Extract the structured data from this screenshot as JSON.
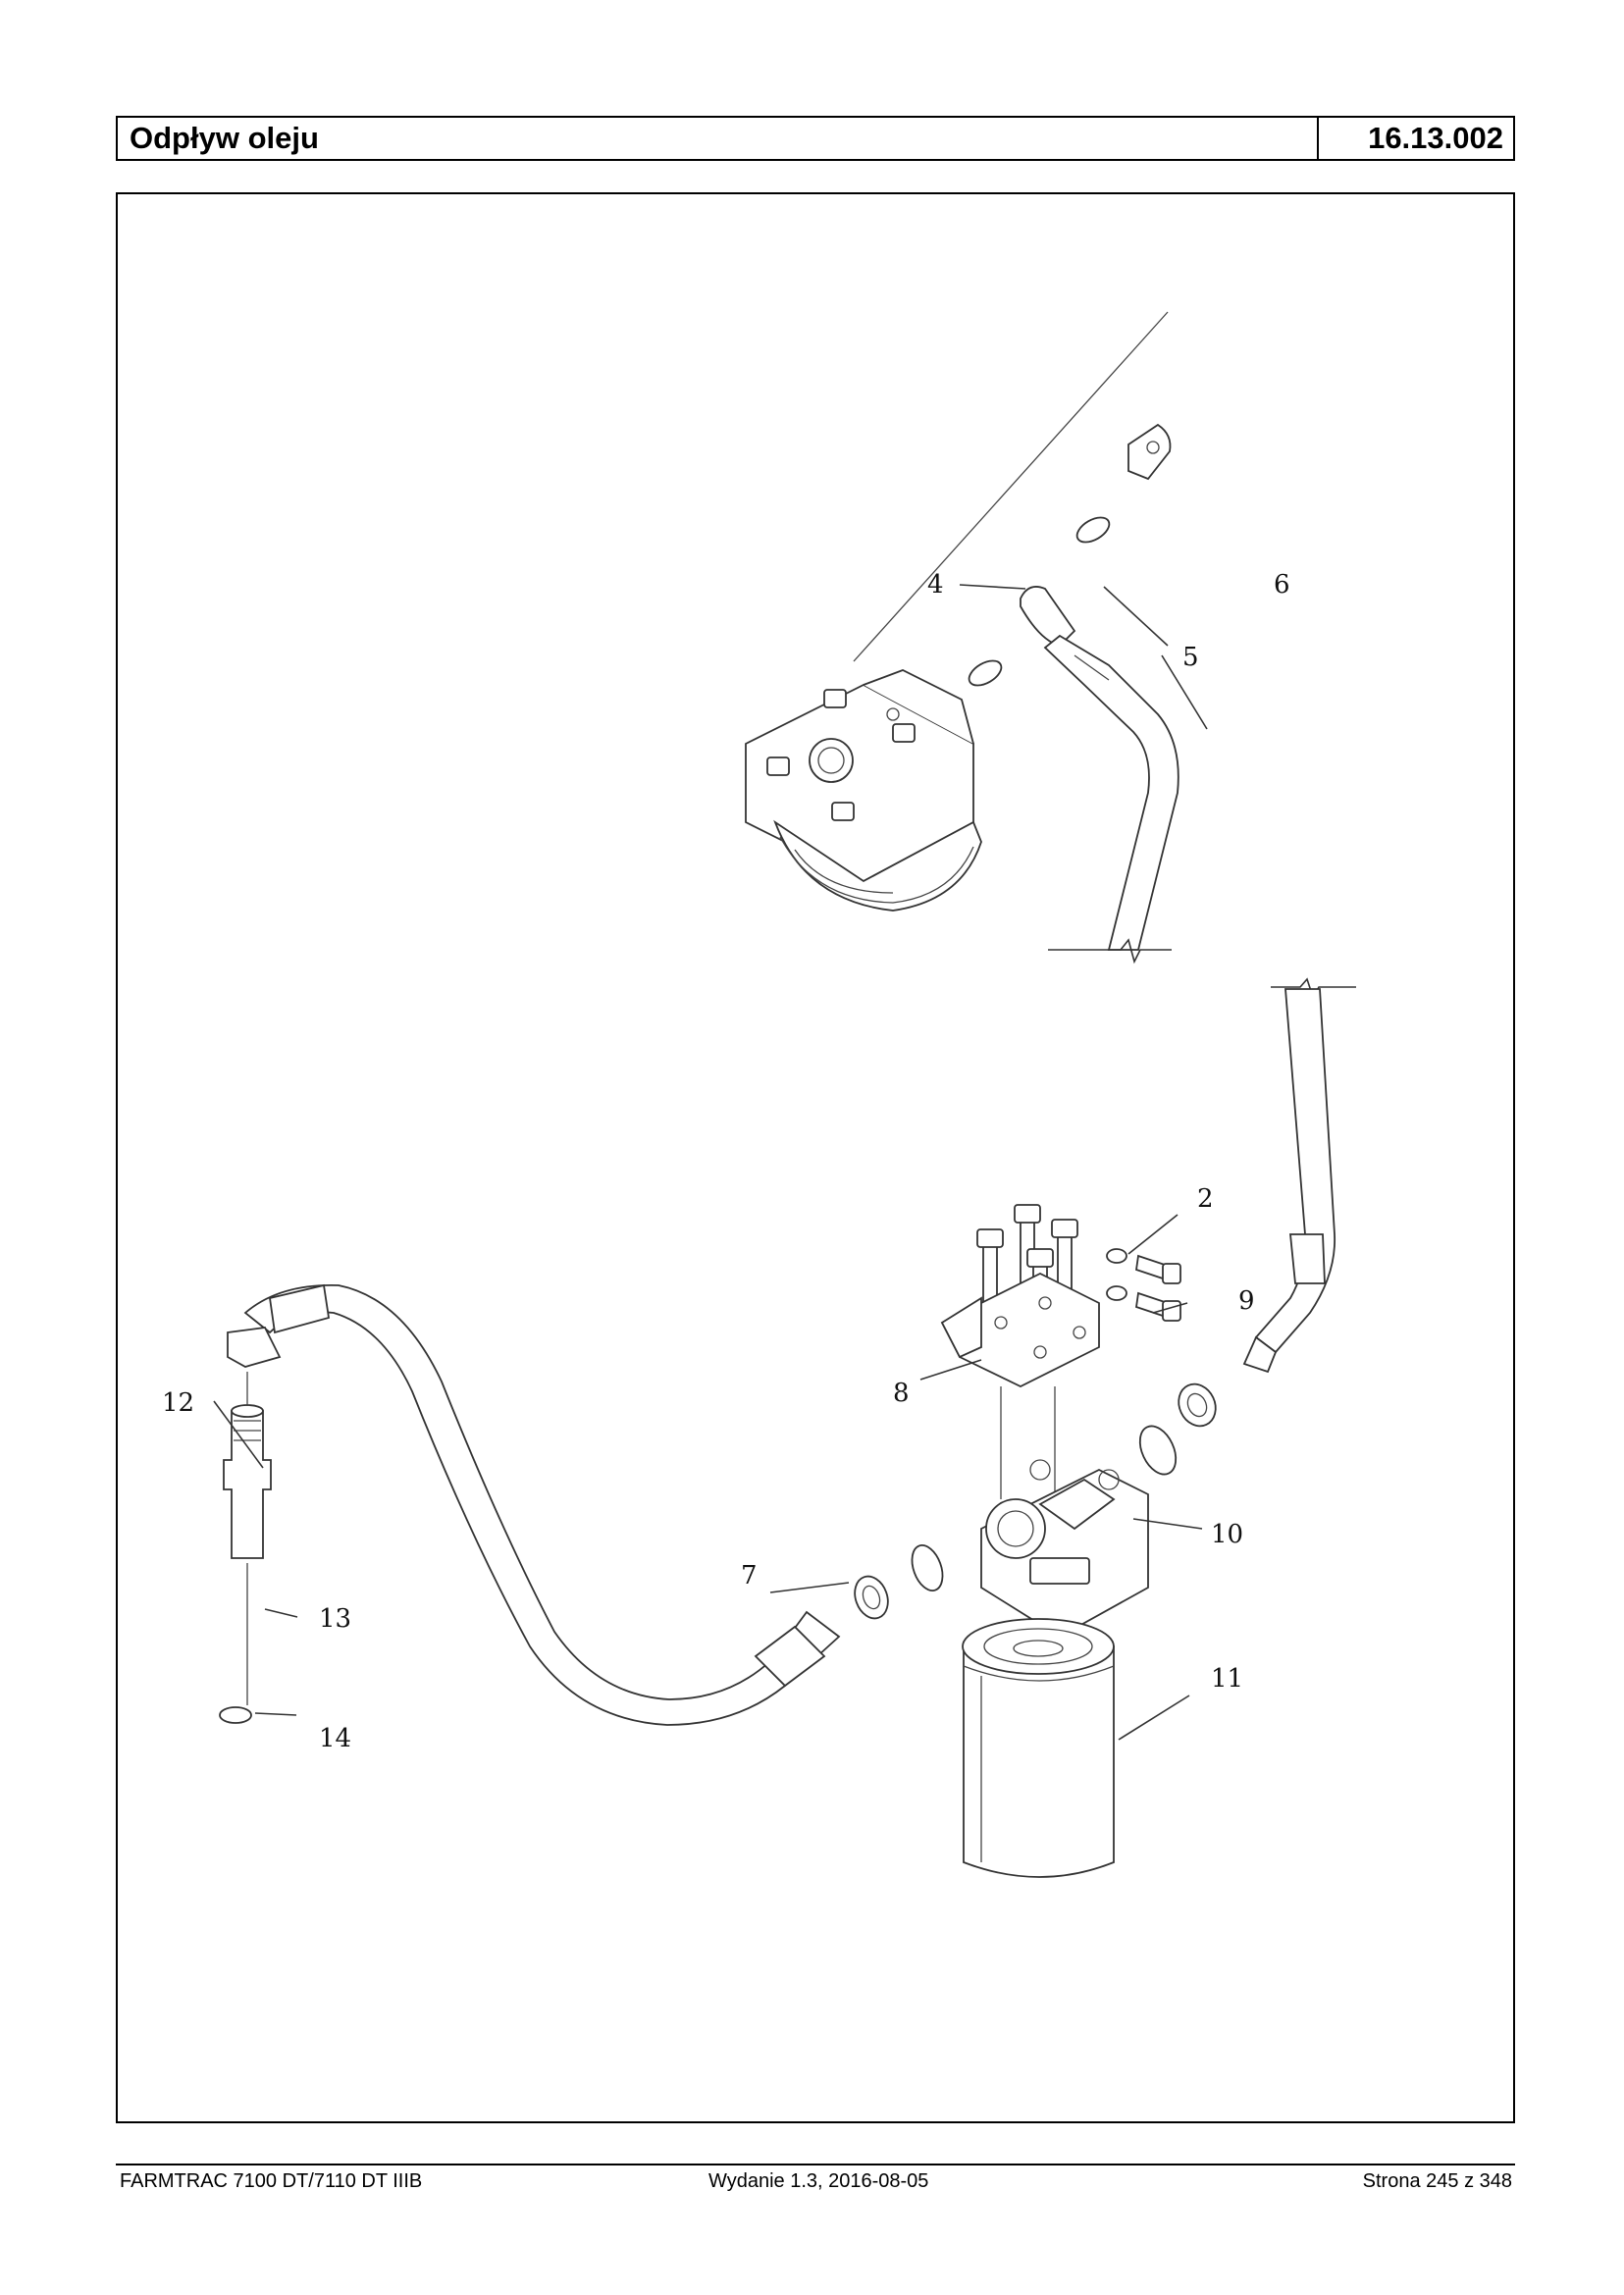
{
  "header": {
    "title": "Odpływ oleju",
    "code": "16.13.002"
  },
  "callouts": [
    "2",
    "4",
    "5",
    "6",
    "7",
    "8",
    "9",
    "10",
    "11",
    "12",
    "13",
    "14"
  ],
  "footer": {
    "model": "FARMTRAC 7100 DT/7110 DT IIIB",
    "edition": "Wydanie 1.3,  2016-08-05",
    "page": "Strona 245 z 348"
  }
}
